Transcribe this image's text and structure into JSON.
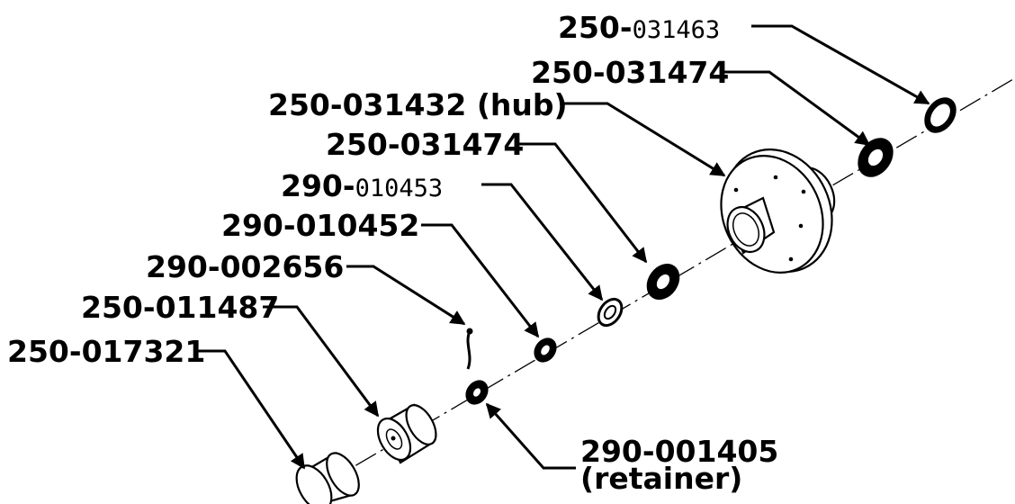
{
  "diagram": {
    "labels": {
      "p1_prefix": "250-",
      "p1_code": "031463",
      "p2": "250-031474",
      "p3": "250-031432 (hub)",
      "p4": "250-031474",
      "p5_prefix": "290-",
      "p5_code": "010453",
      "p6": "290-010452",
      "p7": "290-002656",
      "p8": "250-011487",
      "p9": "250-017321",
      "p10_line1": "290-001405",
      "p10_line2": "(retainer)"
    }
  }
}
